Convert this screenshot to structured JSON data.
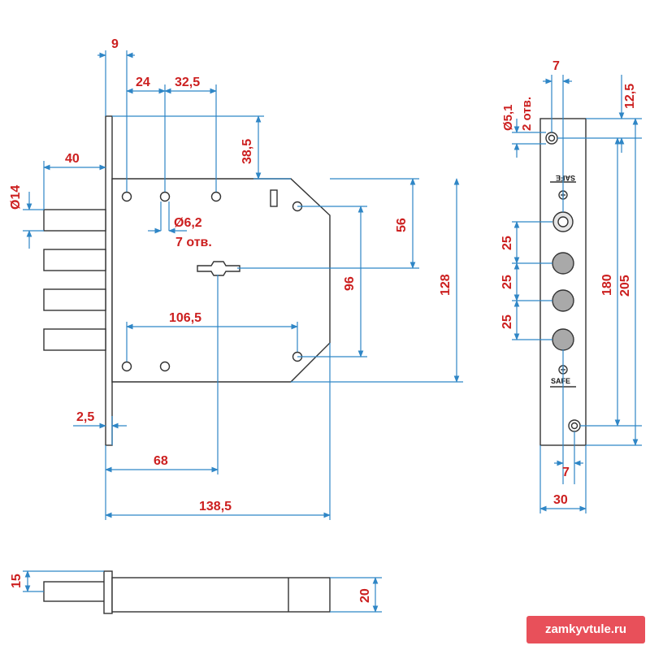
{
  "dimensions": {
    "d9": "9",
    "d24": "24",
    "d32_5": "32,5",
    "d38_5": "38,5",
    "d40": "40",
    "d14": "Ø14",
    "d6_2": "Ø6,2",
    "holes7": "7 отв.",
    "d56": "56",
    "d96": "96",
    "d128": "128",
    "d106_5": "106,5",
    "d2_5": "2,5",
    "d68": "68",
    "d138_5": "138,5",
    "d15": "15",
    "d20": "20",
    "side_7_top": "7",
    "side_5_1": "Ø5,1",
    "side_holes2": "2 отв.",
    "side_12_5": "12,5",
    "side_25_a": "25",
    "side_25_b": "25",
    "side_25_c": "25",
    "side_180": "180",
    "side_205": "205",
    "side_7_bottom": "7",
    "side_30": "30"
  },
  "logo": {
    "text": "SAFE"
  },
  "watermark": "zamkyvtule.ru",
  "colors": {
    "dimension_text": "#cc1f1f",
    "dimension_line": "#2f86c6",
    "outline": "#333333",
    "watermark_bg": "#e8505a"
  }
}
